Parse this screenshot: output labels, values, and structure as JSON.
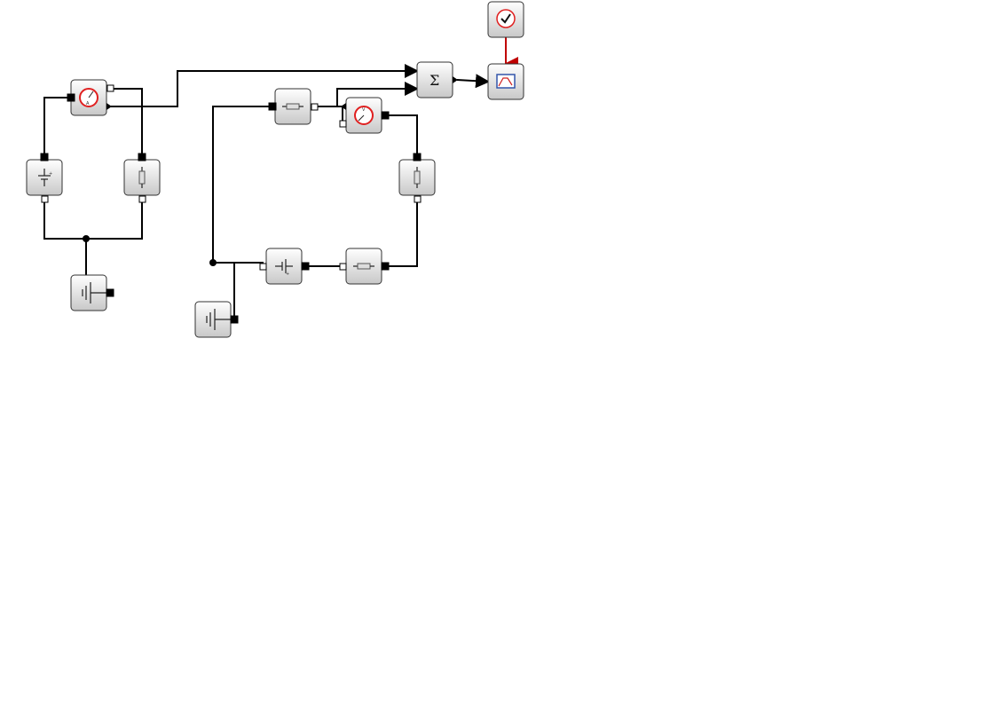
{
  "diagram": {
    "blocks": [
      {
        "id": "ammeter",
        "icon": "ammeter-icon",
        "label": "A"
      },
      {
        "id": "dc-source-left",
        "icon": "dc-voltage-source-icon",
        "label": "+"
      },
      {
        "id": "resistor-left",
        "icon": "resistor-icon"
      },
      {
        "id": "ground-left",
        "icon": "ground-icon"
      },
      {
        "id": "resistor-top",
        "icon": "resistor-icon"
      },
      {
        "id": "voltmeter",
        "icon": "voltmeter-icon",
        "label": "V"
      },
      {
        "id": "resistor-right",
        "icon": "resistor-icon"
      },
      {
        "id": "dc-source-bottom",
        "icon": "dc-voltage-source-icon",
        "label": "+"
      },
      {
        "id": "resistor-bottom",
        "icon": "resistor-icon"
      },
      {
        "id": "ground-bottom",
        "icon": "ground-icon"
      },
      {
        "id": "summation",
        "icon": "sum-icon",
        "label": "Σ"
      },
      {
        "id": "clock",
        "icon": "clock-icon"
      },
      {
        "id": "scope",
        "icon": "scope-icon"
      }
    ],
    "colors": {
      "wire": "#000000",
      "event_wire": "#c00000",
      "meter_ring": "#e02020"
    }
  }
}
